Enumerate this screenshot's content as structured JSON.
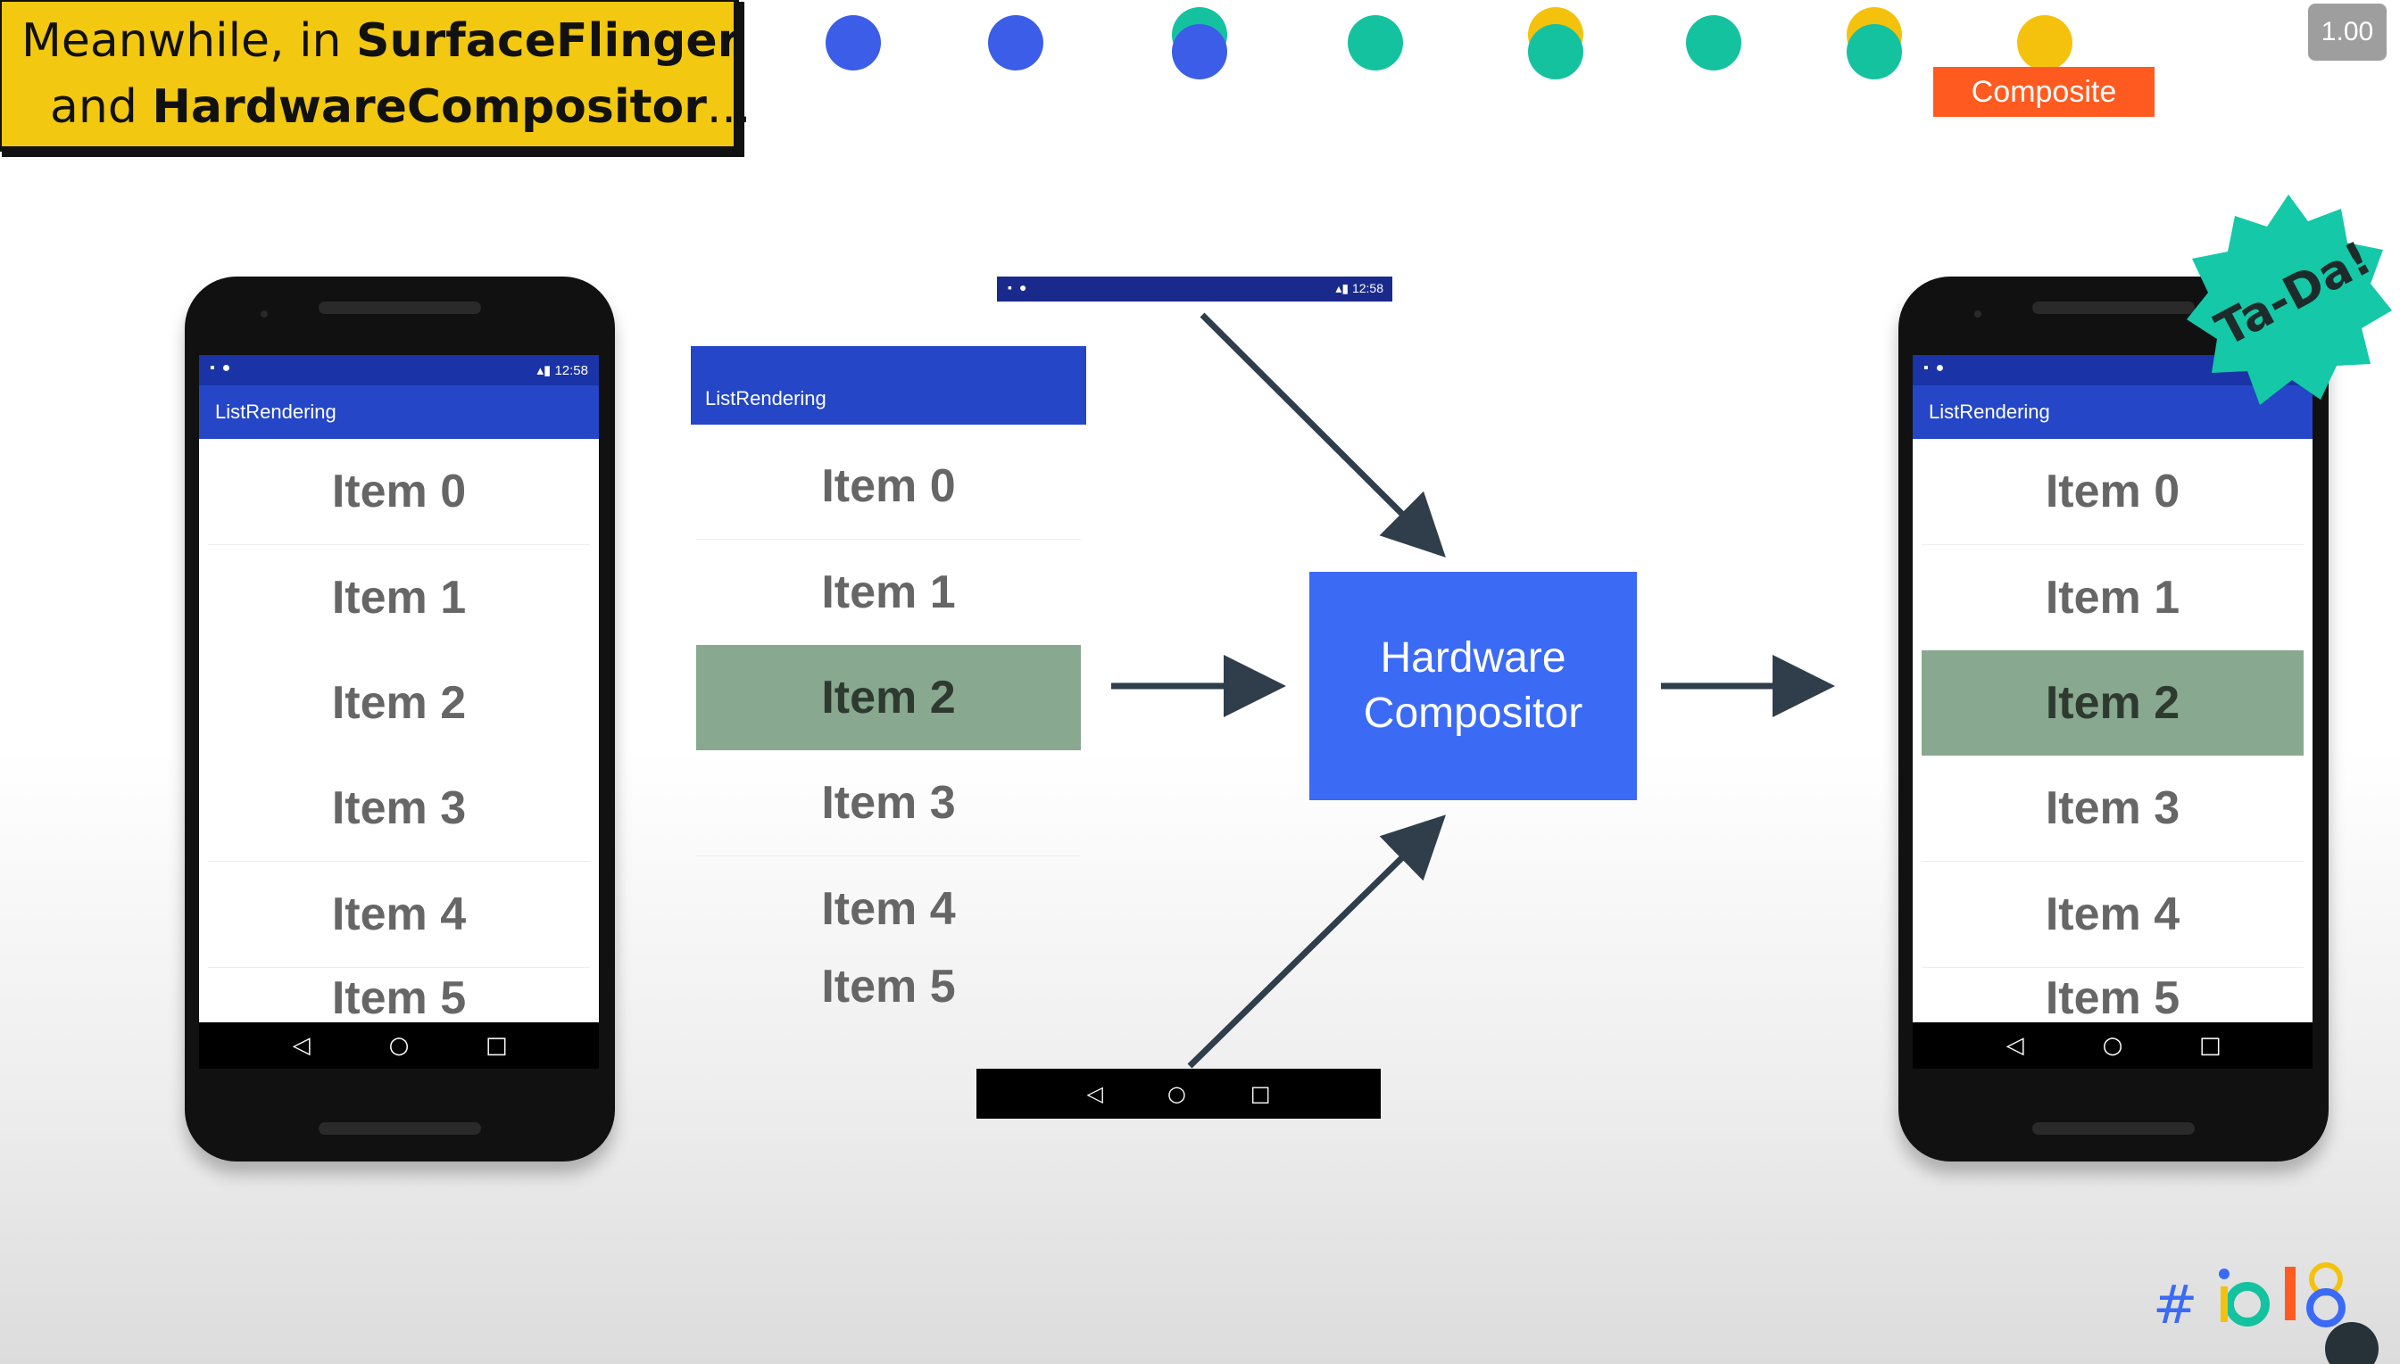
{
  "title": {
    "line1_prefix": "Meanwhile, in ",
    "line1_bold": "SurfaceFlinger",
    "line2_prefix": "and ",
    "line2_bold": "HardwareCompositor",
    "line2_suffix": "..."
  },
  "badges": {
    "composite": "Composite",
    "speed": "1.00",
    "tada": "Ta-Da!"
  },
  "dots": {
    "colors": [
      "#3b5de8",
      "#3b5de8",
      "#3b5de8",
      "#14c2a0",
      "#14c2a0",
      "#14c2a0",
      "#14c2a0",
      "#f4c20d"
    ],
    "blue": "#3b5de8",
    "teal": "#14c2a0",
    "yellow": "#f4c20d"
  },
  "phone": {
    "status_time": "12:58",
    "app_title": "ListRendering",
    "items": [
      "Item 0",
      "Item 1",
      "Item 2",
      "Item 3",
      "Item 4",
      "Item 5"
    ],
    "highlighted_item": "Item 2"
  },
  "middle": {
    "status_time": "12:58",
    "app_title": "ListRendering",
    "items": [
      "Item 0",
      "Item 1",
      "Item 2",
      "Item 3",
      "Item 4",
      "Item 5"
    ]
  },
  "compositor": {
    "line1": "Hardware",
    "line2": "Compositor"
  },
  "nav": {
    "back": "◁",
    "home": "○",
    "recents": "□"
  },
  "logo": {
    "text": "#io18"
  },
  "colors": {
    "title_bg": "#f2c811",
    "composite_bg": "#ff5a1f",
    "app_bar": "#2446c7",
    "compositor_bg": "#3b6af5",
    "highlight": "#88a890",
    "tada_bg": "#14c8a8",
    "arrow": "#2f3e4a"
  }
}
